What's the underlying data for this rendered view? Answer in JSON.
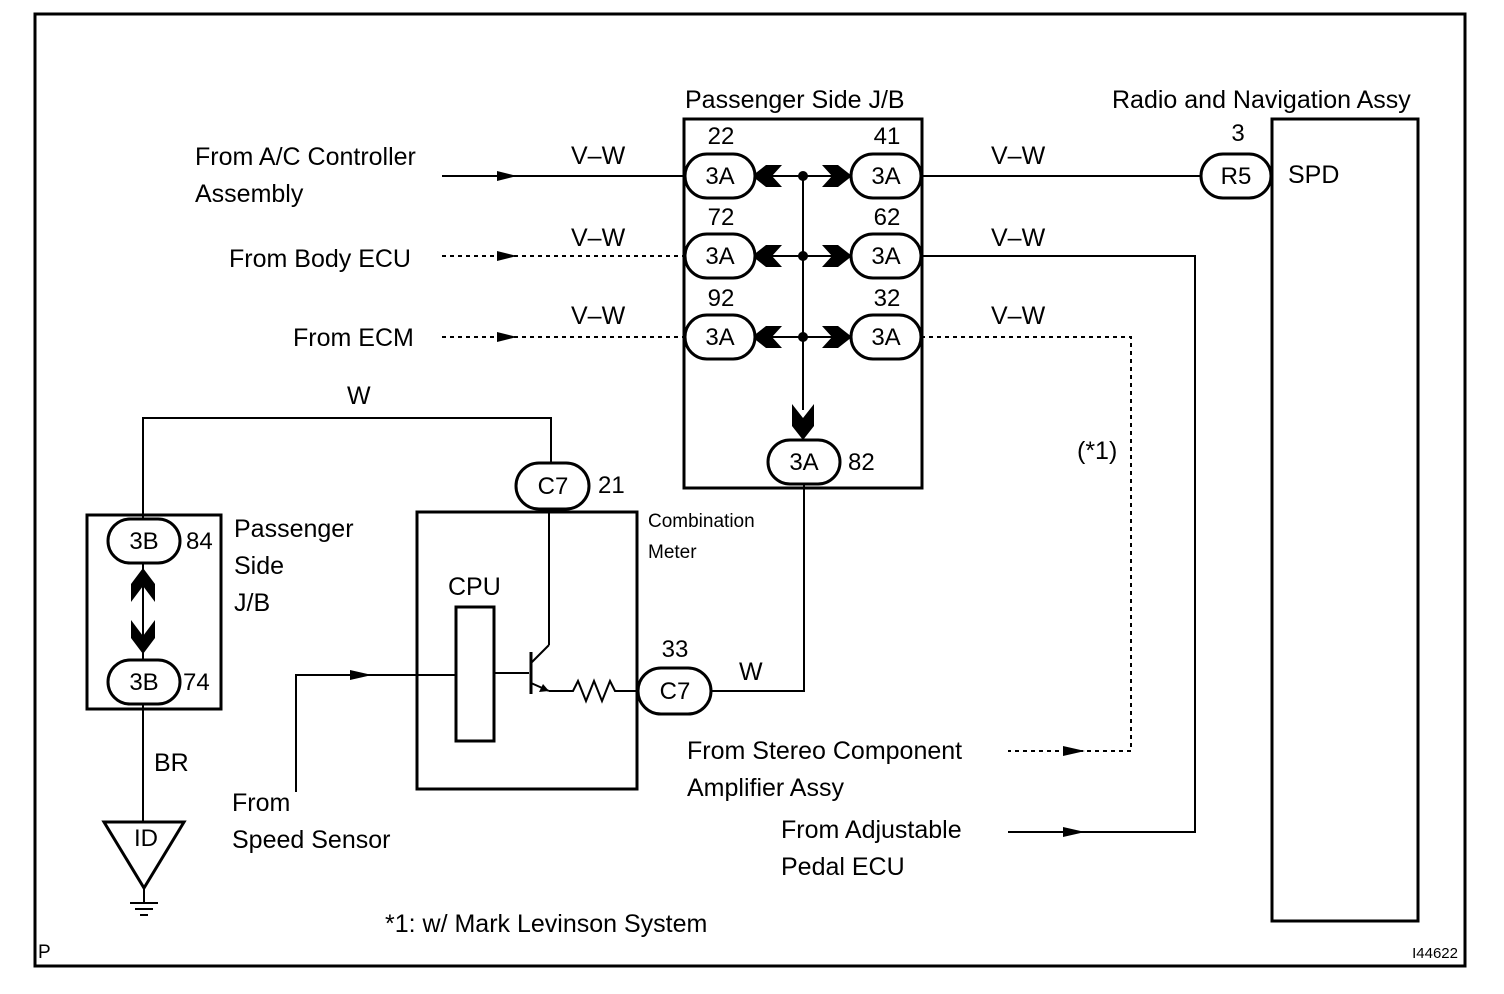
{
  "jb_title": "Passenger Side J/B",
  "radio_title": "Radio and Navigation Assy",
  "sources": {
    "ac_line1": "From A/C Controller",
    "ac_line2": "Assembly",
    "body_ecu": "From Body ECU",
    "ecm": "From ECM",
    "speed_line1": "From",
    "speed_line2": "Speed Sensor",
    "stereo_line1": "From Stereo Component",
    "stereo_line2": "Amplifier Assy",
    "pedal_line1": "From Adjustable",
    "pedal_line2": "Pedal ECU"
  },
  "wire_colors": {
    "vw1": "V–W",
    "vw2": "V–W",
    "vw3": "V–W",
    "vw4": "V–W",
    "vw5": "V–W",
    "vw6": "V–W",
    "w_top": "W",
    "w_meter": "W",
    "br": "BR"
  },
  "jb_connectors": {
    "c22": {
      "code": "3A",
      "pin": "22"
    },
    "c41": {
      "code": "3A",
      "pin": "41"
    },
    "c72": {
      "code": "3A",
      "pin": "72"
    },
    "c62": {
      "code": "3A",
      "pin": "62"
    },
    "c92": {
      "code": "3A",
      "pin": "92"
    },
    "c32": {
      "code": "3A",
      "pin": "32"
    },
    "c82": {
      "code": "3A",
      "pin": "82"
    }
  },
  "radio_connector": {
    "code": "R5",
    "pin": "3",
    "terminal": "SPD"
  },
  "left_jb": {
    "line1": "Passenger",
    "line2": "Side",
    "line3": "J/B",
    "top": {
      "code": "3B",
      "pin": "84"
    },
    "bottom": {
      "code": "3B",
      "pin": "74"
    }
  },
  "meter": {
    "line1": "Combination",
    "line2": "Meter",
    "cpu": "CPU",
    "top": {
      "code": "C7",
      "pin": "21"
    },
    "right": {
      "code": "C7",
      "pin": "33"
    }
  },
  "ground_label": "ID",
  "note_marker": "(*1)",
  "footnote": "*1: w/ Mark Levinson System",
  "corner_mark": "P",
  "figure_id": "I44622"
}
